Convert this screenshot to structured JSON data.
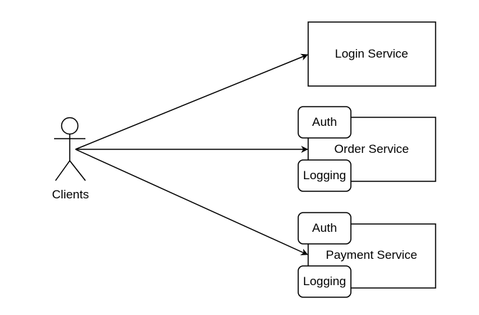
{
  "actor": {
    "label": "Clients"
  },
  "services": [
    {
      "name": "Login Service"
    },
    {
      "name": "Order Service",
      "modules": [
        "Auth",
        "Logging"
      ]
    },
    {
      "name": "Payment Service",
      "modules": [
        "Auth",
        "Logging"
      ]
    }
  ],
  "colors": {
    "stroke": "#000000",
    "background": "#ffffff"
  }
}
